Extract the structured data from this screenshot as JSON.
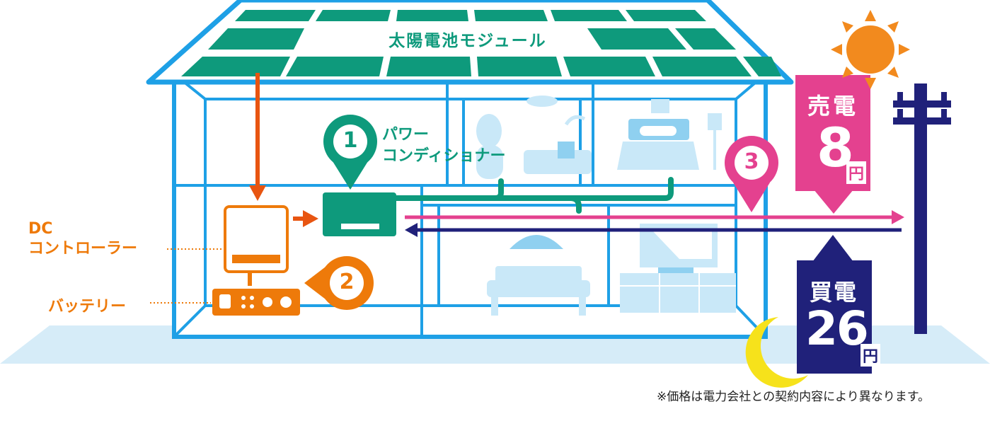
{
  "labels": {
    "solar_module": "太陽電池モジュール",
    "power_conditioner_line1": "パワー",
    "power_conditioner_line2": "コンディショナー",
    "dc_line1": "DC",
    "dc_line2": "コントローラー",
    "battery": "バッテリー",
    "sell_label": "売電",
    "sell_price": "8",
    "sell_unit": "円",
    "buy_label": "買電",
    "buy_price": "26",
    "buy_unit": "円",
    "note": "※価格は電力会社との契約内容により異なります。"
  },
  "badges": {
    "one": "1",
    "two": "2",
    "three": "3"
  },
  "colors": {
    "house_outline": "#1ea0e6",
    "solar_panel": "#0e9a7c",
    "power_conditioner": "#0e9a7c",
    "dc_battery": "#ee7a0a",
    "sell": "#e4418f",
    "buy": "#20217a",
    "ground": "#d6ecf8",
    "sun": "#f28a1e",
    "moon": "#f6e21b",
    "appliance": "#c9e8f8"
  }
}
